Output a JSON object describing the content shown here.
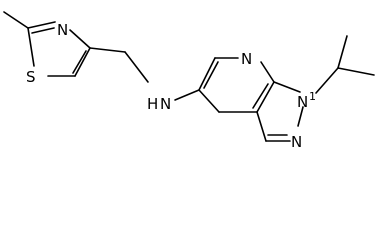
{
  "molecule": {
    "atoms": {
      "s_thiazole": "S",
      "n_thiazole": "N",
      "n_amine": "H",
      "n_amine_n": "N",
      "n_pyridine": "N",
      "n1_pyrazole": "N",
      "n1_pyrazole_sub": "1",
      "n2_pyrazole": "N"
    }
  }
}
